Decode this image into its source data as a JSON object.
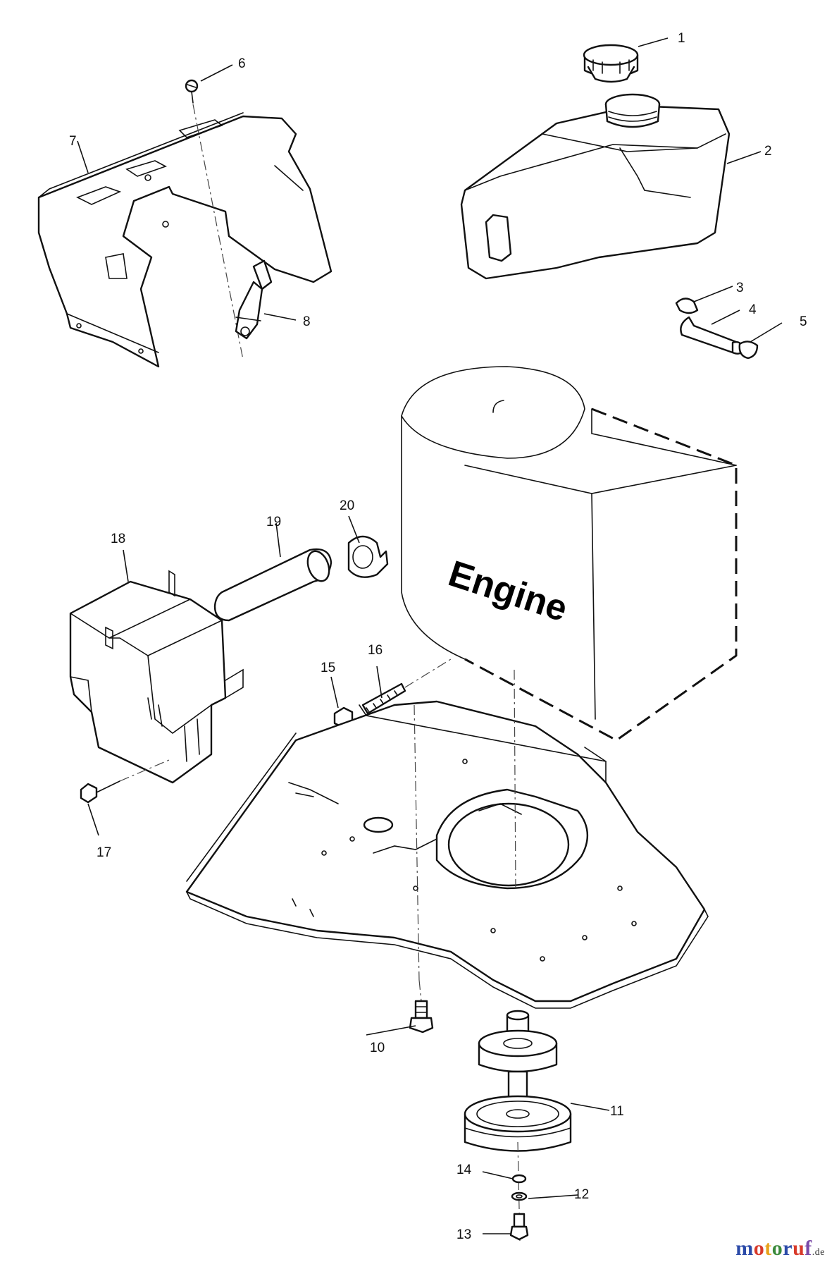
{
  "diagram": {
    "engine_label": "Engine",
    "callouts": [
      "1",
      "2",
      "3",
      "4",
      "5",
      "6",
      "7",
      "8",
      "10",
      "11",
      "12",
      "13",
      "14",
      "15",
      "16",
      "17",
      "18",
      "19",
      "20"
    ]
  },
  "watermark": {
    "letters": [
      "m",
      "o",
      "t",
      "o",
      "r",
      "u",
      "f"
    ],
    "letter_colors": [
      "#2b4aa8",
      "#d83a2a",
      "#e8a21a",
      "#3a8a3a",
      "#2b4aa8",
      "#d83a2a",
      "#7b4aa8"
    ],
    "suffix": ".de"
  },
  "colors": {
    "line": "#111111",
    "background": "#ffffff"
  }
}
